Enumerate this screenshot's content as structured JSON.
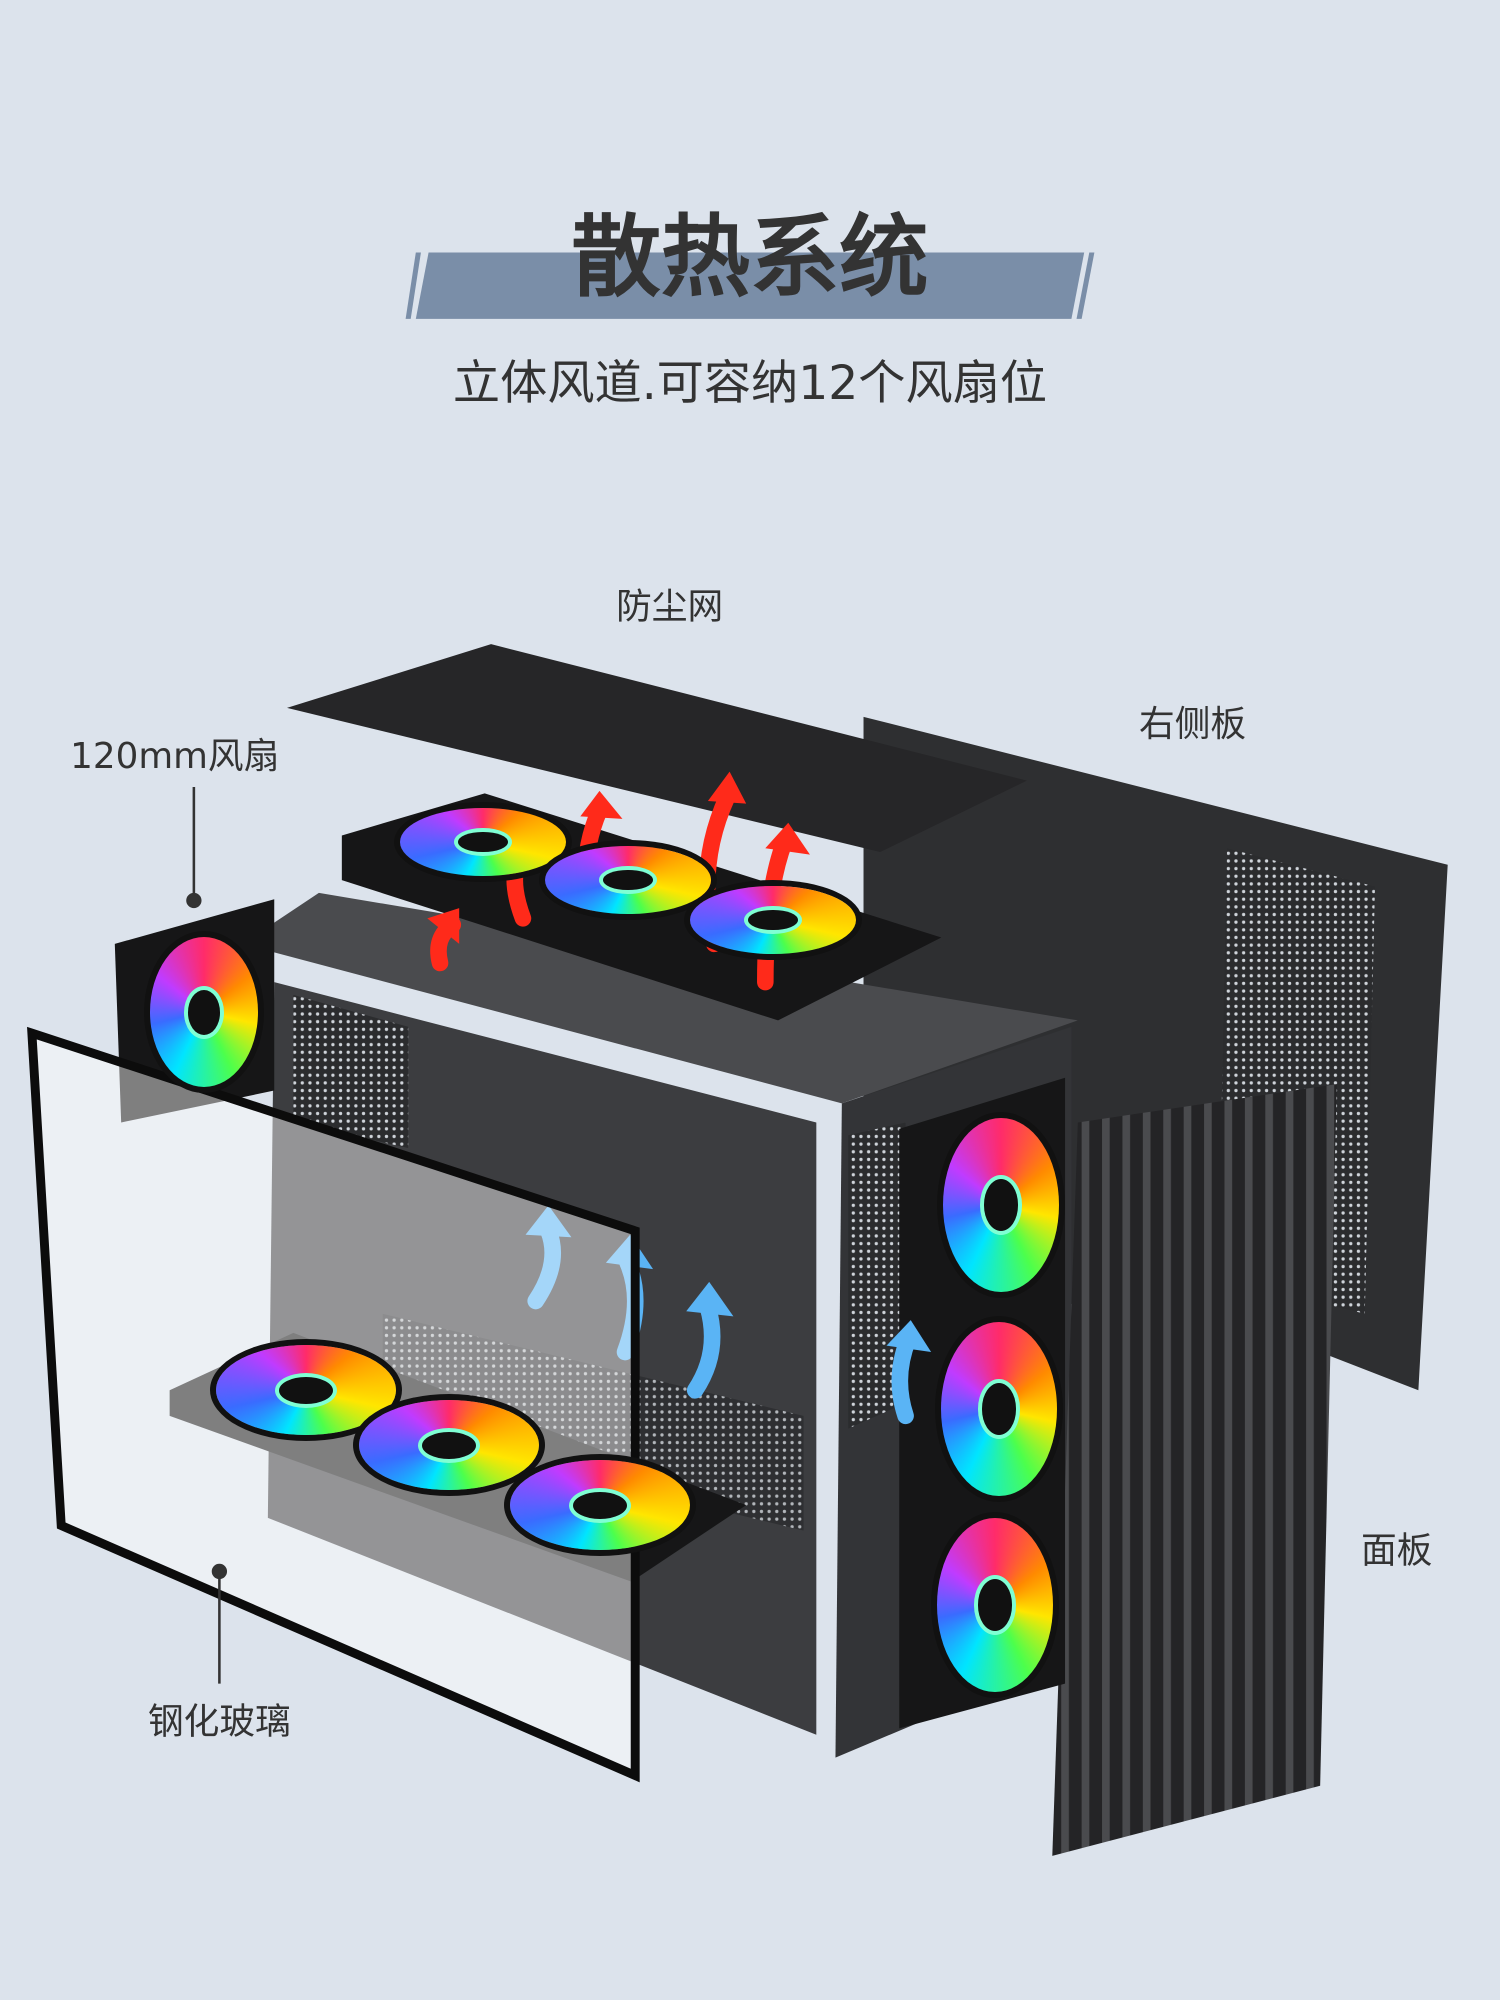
{
  "header": {
    "title": "散热系统",
    "subtitle": "立体风道.可容纳12个风扇位"
  },
  "labels": {
    "dust_filter": "防尘网",
    "right_panel": "右侧板",
    "fan": "120mm风扇",
    "front_panel": "面板",
    "tempered_glass": "钢化玻璃"
  },
  "colors": {
    "background": "#dce3ec",
    "title_band": "#7a8ea8",
    "exhaust_arrow": "#ff2a1a",
    "intake_arrow": "#5ab4f5"
  }
}
